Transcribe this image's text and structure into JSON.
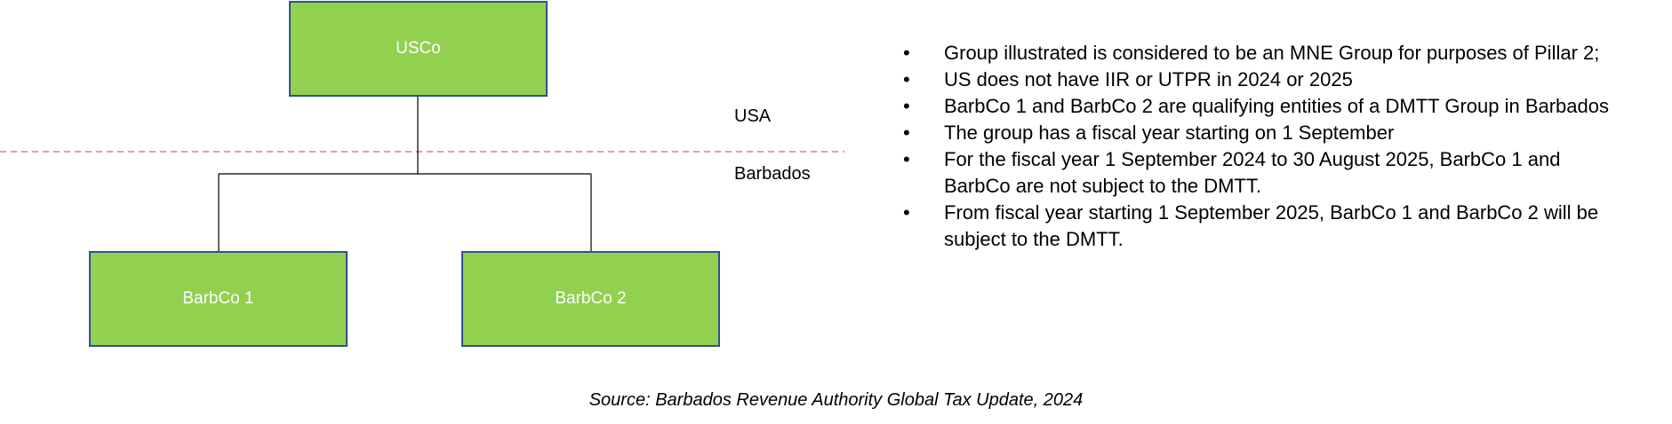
{
  "diagram": {
    "nodes": {
      "parent": "USCo",
      "child_1": "BarbCo 1",
      "child_2": "BarbCo 2"
    },
    "regions": {
      "upper": "USA",
      "lower": "Barbados"
    },
    "colors": {
      "box_fill": "#92d050",
      "box_border": "#2f528f",
      "divider": "#e05a6a"
    }
  },
  "notes": [
    "Group illustrated is considered to be an MNE Group for purposes of Pillar 2;",
    "US does not have IIR or UTPR in 2024 or 2025",
    "BarbCo 1 and BarbCo 2 are qualifying entities of a DMTT Group in Barbados",
    "The group has a fiscal year starting on 1 September",
    "For the fiscal year 1 September 2024 to 30 August 2025, BarbCo 1 and BarbCo are not subject to the DMTT.",
    "From fiscal year starting 1 September 2025, BarbCo 1 and BarbCo 2 will be subject to the DMTT."
  ],
  "bullet_glyph": "•",
  "source": "Source: Barbados Revenue Authority Global Tax Update, 2024"
}
